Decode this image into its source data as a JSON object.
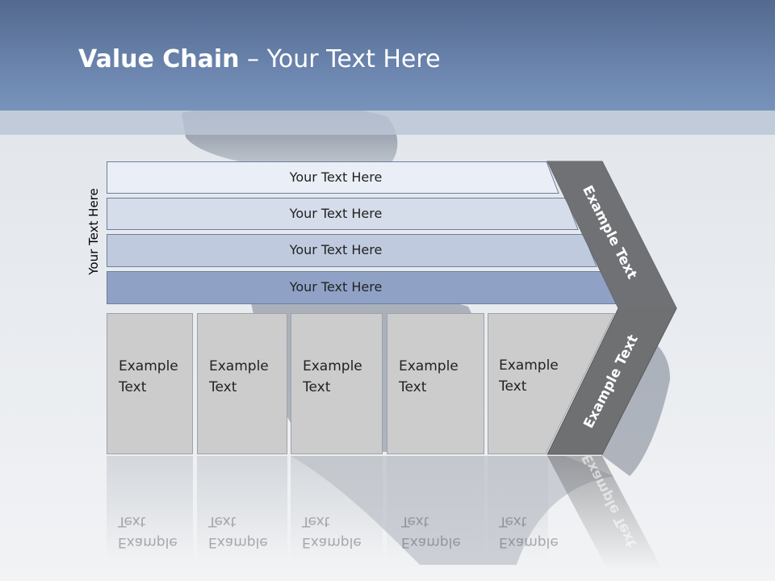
{
  "title": {
    "bold": "Value Chain",
    "rest": " – Your Text Here"
  },
  "side_label": "Your Text Here",
  "bars": [
    {
      "label": "Your Text Here",
      "fill": "#eaeef6"
    },
    {
      "label": "Your Text Here",
      "fill": "#d5dcea"
    },
    {
      "label": "Your Text Here",
      "fill": "#bfcadf"
    },
    {
      "label": "Your Text Here",
      "fill": "#8fa2c6"
    }
  ],
  "boxes": [
    {
      "line1": "Example",
      "line2": "Text"
    },
    {
      "line1": "Example",
      "line2": "Text"
    },
    {
      "line1": "Example",
      "line2": "Text"
    },
    {
      "line1": "Example",
      "line2": "Text"
    },
    {
      "line1": "Example",
      "line2": "Text"
    }
  ],
  "chevron": {
    "upper": "Example Text",
    "lower": "Example Text",
    "color": "#6f7072"
  }
}
